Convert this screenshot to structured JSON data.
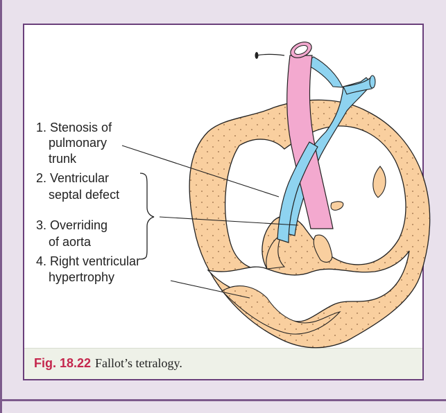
{
  "labels": {
    "stenosis_line1": "1. Stenosis of",
    "stenosis_line2": "pulmonary",
    "stenosis_line3": "trunk",
    "vsd_line1": "2. Ventricular",
    "vsd_line2": "septal defect",
    "overriding_line1": "3. Overriding",
    "overriding_line2": "of aorta",
    "rvh_line1": "4. Right ventricular",
    "rvh_line2": "hypertrophy"
  },
  "caption": {
    "number": "Fig. 18.22",
    "text": "Fallot’s tetralogy."
  },
  "colors": {
    "heart_wall": "#f9cf9f",
    "aorta": "#f3a9cf",
    "pulmonary_trunk": "#8ed3f0",
    "frame": "#6a3f7b",
    "caption_accent": "#c4274d"
  }
}
